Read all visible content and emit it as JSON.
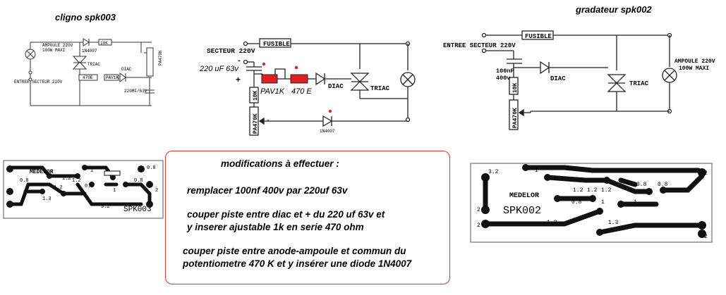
{
  "titles": {
    "left": "cligno  spk003",
    "right": "gradateur spk002"
  },
  "left_schematic": {
    "ampoule": [
      "AMPOULE 220V",
      "100W MAXI"
    ],
    "entree": "ENTREE SECTEUR 220V",
    "diode": "1N4007",
    "r10k": "10K",
    "r470k": "PA470K",
    "triac": "TRIAC",
    "diac": "DIAC",
    "r470": "470E",
    "pav": "PAV1K",
    "cap": "220MF/63V"
  },
  "middle_schematic": {
    "fusible": "FUSIBLE",
    "secteur": "SECTEUR 220V",
    "minus": "-",
    "plus": "+",
    "cap": "220 uF 63v",
    "pav": "PAV1K",
    "r470": "470 E",
    "diac": "DIAC",
    "triac": "TRIAC",
    "r10k": "10K",
    "pa470k": "PA470K",
    "diode": "1N4007"
  },
  "right_schematic": {
    "fusible": "FUSIBLE",
    "entree": "ENTREE SECTEUR 220V",
    "cap": [
      "100nF",
      "400v"
    ],
    "diac": "DIAC",
    "triac": "TRIAC",
    "r10k": "10K",
    "pa470k": "PA470K",
    "ampoule": [
      "AMPOULE 220V",
      "100W MAXI"
    ]
  },
  "pcb_left": {
    "brand": "MEDELOR",
    "ref": "SPK003",
    "labels": [
      "0.8",
      "1.2",
      "1.2",
      "1",
      "0.8",
      "0.8",
      "0.8",
      "2",
      "3.2",
      "1.2",
      "1.3",
      "1"
    ]
  },
  "pcb_right": {
    "brand": "MEDELOR",
    "ref": "SPK002",
    "labels": [
      "3.2",
      "1",
      "1",
      "2",
      "1.2",
      "1.2",
      "1.2",
      "0.8",
      "0.8",
      "2",
      "0.8",
      "1",
      "1",
      "1.3",
      "1.3",
      "2",
      "2"
    ]
  },
  "modifications": {
    "title": "modifications à effectuer :",
    "line1": "remplacer  100nf 400v par 220uf 63v",
    "line2a": "couper piste entre   diac et + du 220 uf 63v et",
    "line2b": "y inserer ajustable 1k en serie  470 ohm",
    "line3a": "couper piste entre anode-ampoule et commun du",
    "line3b": "potentiometre 470 K et y insérer une diode 1N4007"
  }
}
